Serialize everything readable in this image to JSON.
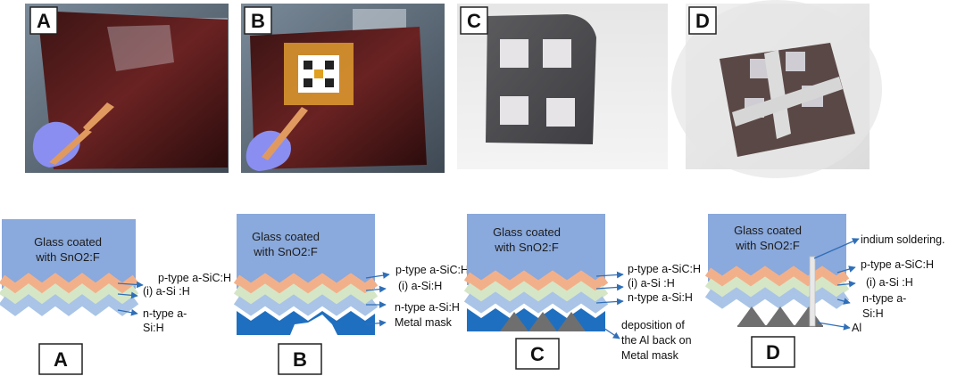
{
  "photos": [
    {
      "letter": "A"
    },
    {
      "letter": "B"
    },
    {
      "letter": "C"
    },
    {
      "letter": "D"
    }
  ],
  "diagrams": [
    {
      "letter": "A",
      "glass": [
        "Glass coated",
        "with SnO2:F"
      ],
      "layers": [
        "p-type a-SiC:H",
        "(i) a-Si :H",
        "n-type a-",
        "Si:H"
      ]
    },
    {
      "letter": "B",
      "glass": [
        "Glass coated",
        "with SnO2:F"
      ],
      "layers": [
        "p-type a-SiC:H",
        "(i) a-Si:H",
        "n-type a-Si:H",
        "Metal mask"
      ]
    },
    {
      "letter": "C",
      "glass": [
        "Glass coated",
        "with SnO2:F"
      ],
      "layers": [
        "p-type a-SiC:H",
        "(i) a-Si :H",
        "n-type a-Si:H",
        "deposition of",
        "the Al back on",
        "Metal mask"
      ]
    },
    {
      "letter": "D",
      "glass": [
        "Glass coated",
        "with SnO2:F"
      ],
      "layers": [
        "indium soldering.",
        "p-type a-SiC:H",
        "(i) a-Si :H",
        "n-type a-",
        "Si:H",
        "Al"
      ]
    }
  ],
  "colors": {
    "glass": "#8aa9dc",
    "p_layer": "#f2b08a",
    "i_layer": "#d5e6c7",
    "n_layer": "#a9c4e6",
    "metal": "#1f6fc0",
    "al": "#6f6f6f",
    "arrow": "#2f6fb8"
  }
}
